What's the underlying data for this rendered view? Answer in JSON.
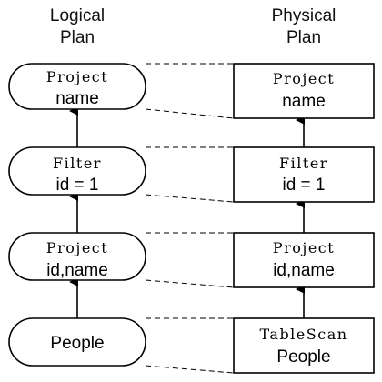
{
  "headers": {
    "logical_line1": "Logical",
    "logical_line2": "Plan",
    "physical_line1": "Physical",
    "physical_line2": "Plan"
  },
  "logical": [
    {
      "op": "Project",
      "arg": "name"
    },
    {
      "op": "Filter",
      "arg": "id = 1"
    },
    {
      "op": "Project",
      "arg": "id,name"
    },
    {
      "op": "",
      "arg": "People"
    }
  ],
  "physical": [
    {
      "op": "Project",
      "arg": "name"
    },
    {
      "op": "Filter",
      "arg": "id = 1"
    },
    {
      "op": "Project",
      "arg": "id,name"
    },
    {
      "op": "TableScan",
      "arg": "People"
    }
  ]
}
